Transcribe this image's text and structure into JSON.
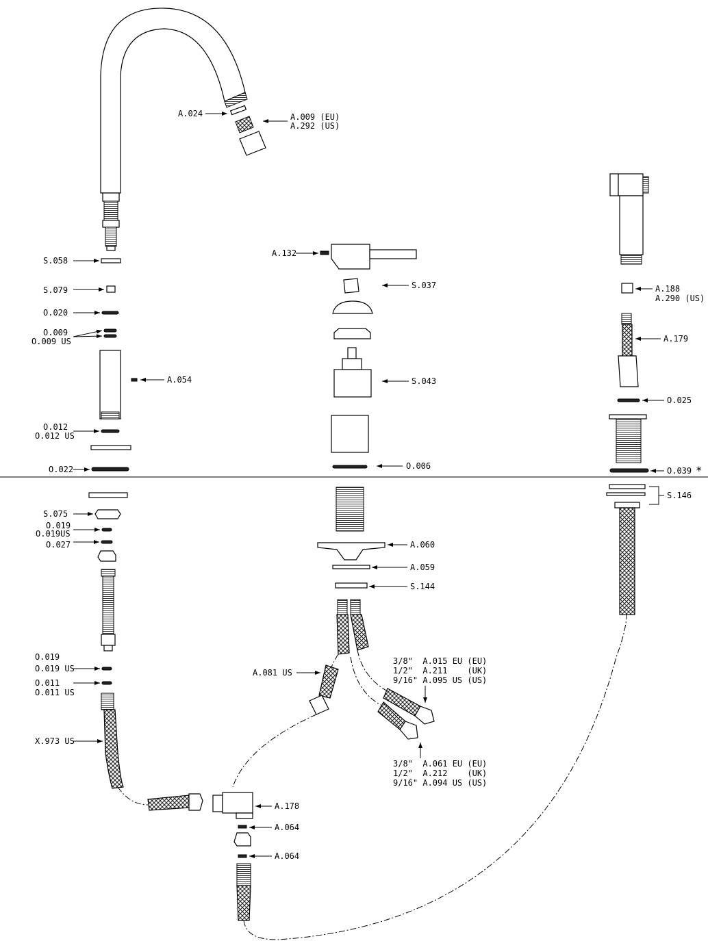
{
  "labels": {
    "a024": "A.024",
    "a009_eu": "A.009 (EU)",
    "a292_us": "A.292 (US)",
    "s058": "S.058",
    "s079": "S.079",
    "o020": "O.020",
    "o009": "O.009",
    "o009us": "O.009 US",
    "a054": "A.054",
    "o012": "O.012",
    "o012us": "O.012 US",
    "o022": "O.022",
    "s075": "S.075",
    "o019a": "O.019",
    "o019us_a": "O.019US",
    "o027": "O.027",
    "o019b": "O.019",
    "o019us_b": "O.019 US",
    "o011": "O.011",
    "o011us": "O.011 US",
    "x973": "X.973 US",
    "a132": "A.132",
    "s037": "S.037",
    "s043": "S.043",
    "o006": "O.006",
    "a060": "A.060",
    "a059": "A.059",
    "s144": "S.144",
    "a081": "A.081 US",
    "a188": "A.188",
    "a290": "A.290 (US)",
    "a179": "A.179",
    "o025": "O.025",
    "o039": "O.039",
    "asterisk": "*",
    "s146": "S.146",
    "a178": "A.178",
    "a064a": "A.064",
    "a064b": "A.064",
    "top_row1": "3/8\"  A.015 EU (EU)",
    "top_row2": "1/2\"  A.211    (UK)",
    "top_row3": "9/16\" A.095 US (US)",
    "bot_row1": "3/8\"  A.061 EU (EU)",
    "bot_row2": "1/2\"  A.212    (UK)",
    "bot_row3": "9/16\" A.094 US (US)"
  }
}
